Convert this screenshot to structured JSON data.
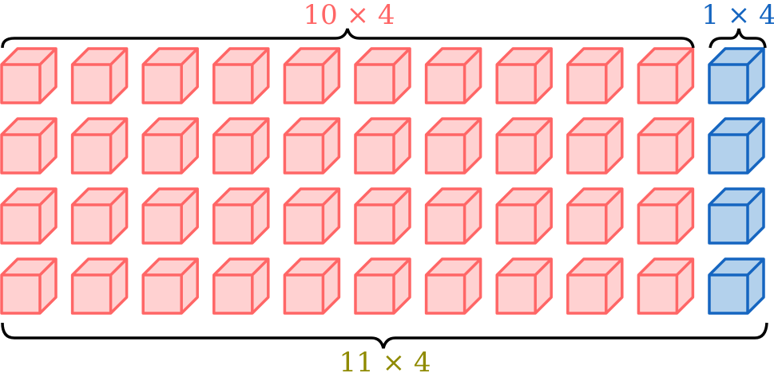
{
  "labels": {
    "top_left": "10 × 4",
    "top_right": "1 × 4",
    "bottom": "11 × 4"
  },
  "grid": {
    "rows": 4,
    "red_columns": 10,
    "blue_columns": 1
  },
  "colors": {
    "red_stroke": "#ff6666",
    "red_fill": "#ffd1d1",
    "blue_stroke": "#1565c0",
    "blue_fill": "#b3d1ec",
    "olive_text": "#8f8a00",
    "brace": "#000000"
  }
}
